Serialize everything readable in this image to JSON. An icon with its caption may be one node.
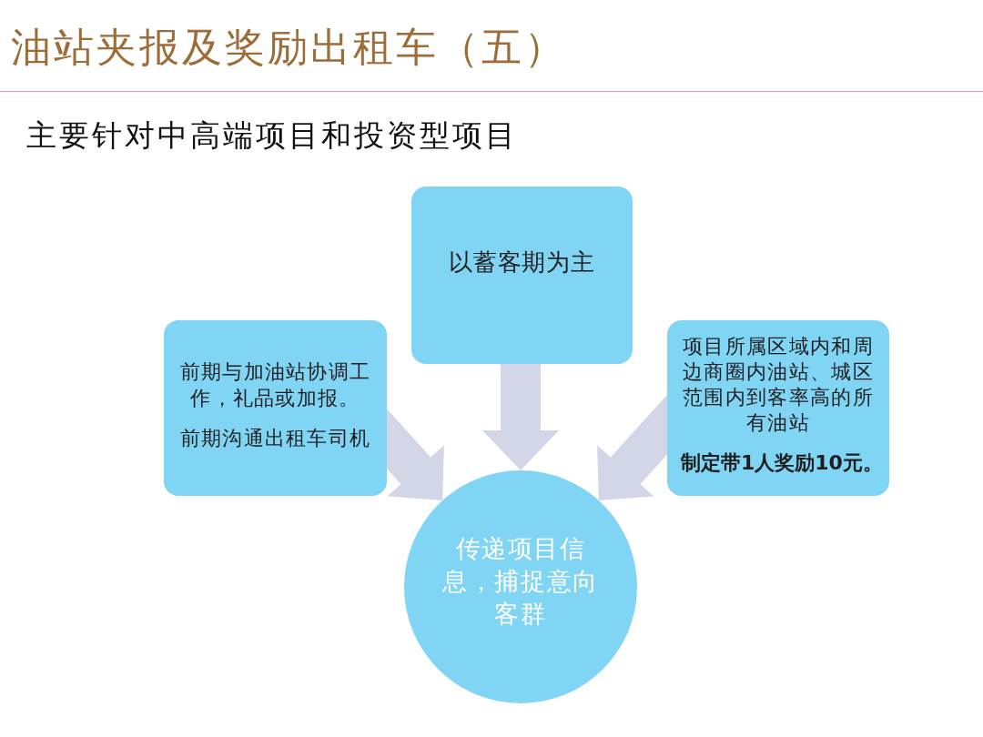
{
  "diagram": {
    "title": "油站夹报及奖励出租车（五）",
    "nodes": [
      {
        "text": [
          "以蓄客期为主"
        ]
      },
      {
        "text": [
          "前期与加油站协调工作，礼品或加报。",
          "前期沟通出租车司机"
        ]
      },
      {
        "text": [
          "项目所属区域内和周边商圈内油站、城区范围内到客率高的所有油站",
          "制定带1人奖励10元。"
        ]
      },
      {
        "text": [
          "传递项目信息，捕捉意向客群"
        ]
      }
    ],
    "edges": [
      {
        "from": 0,
        "to": 3,
        "arrow": "to"
      },
      {
        "from": 1,
        "to": 3,
        "arrow": "to"
      },
      {
        "from": 2,
        "to": 3,
        "arrow": "to"
      }
    ],
    "labels": [
      "主要针对中高端项目和投资型项目"
    ]
  }
}
